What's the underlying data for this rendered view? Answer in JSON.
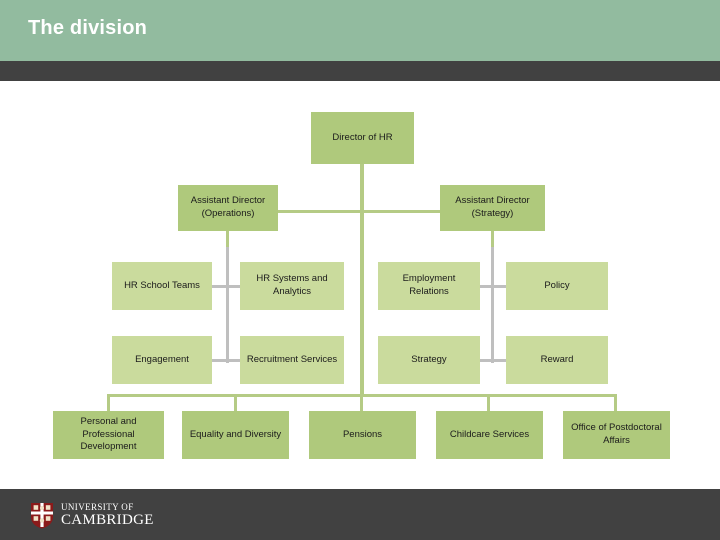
{
  "header": {
    "title": "The division",
    "band_color": "#92bb9f",
    "rule_color": "#414141",
    "title_color": "#ffffff"
  },
  "palette": {
    "node_dark": "#afc97c",
    "node_light": "#cadb9d",
    "connector_green": "#b5cb85",
    "connector_grey": "#bfbfbf",
    "text": "#1b1b1b",
    "page_background": "#ffffff"
  },
  "chart_data": {
    "type": "org-chart",
    "title": "The division",
    "orientation": "top-down",
    "nodes": [
      {
        "id": "director",
        "label": "Director of HR",
        "level": 0,
        "style": "dark"
      },
      {
        "id": "ad-operations",
        "label": "Assistant Director (Operations)",
        "level": 1,
        "style": "dark"
      },
      {
        "id": "ad-strategy",
        "label": "Assistant Director (Strategy)",
        "level": 1,
        "style": "dark"
      },
      {
        "id": "hr-school-teams",
        "label": "HR School Teams",
        "level": 2,
        "style": "light"
      },
      {
        "id": "hr-systems",
        "label": "HR Systems and Analytics",
        "level": 2,
        "style": "light"
      },
      {
        "id": "employment-relations",
        "label": "Employment Relations",
        "level": 2,
        "style": "light"
      },
      {
        "id": "policy",
        "label": "Policy",
        "level": 2,
        "style": "light"
      },
      {
        "id": "engagement",
        "label": "Engagement",
        "level": 3,
        "style": "light"
      },
      {
        "id": "recruitment",
        "label": "Recruitment Services",
        "level": 3,
        "style": "light"
      },
      {
        "id": "strategy",
        "label": "Strategy",
        "level": 3,
        "style": "light"
      },
      {
        "id": "reward",
        "label": "Reward",
        "level": 3,
        "style": "light"
      },
      {
        "id": "ppd",
        "label": "Personal and Professional Development",
        "level": 4,
        "style": "dark"
      },
      {
        "id": "equality",
        "label": "Equality and Diversity",
        "level": 4,
        "style": "dark"
      },
      {
        "id": "pensions",
        "label": "Pensions",
        "level": 4,
        "style": "dark"
      },
      {
        "id": "childcare",
        "label": "Childcare Services",
        "level": 4,
        "style": "dark"
      },
      {
        "id": "postdoctoral",
        "label": "Office of Postdoctoral Affairs",
        "level": 4,
        "style": "dark"
      }
    ],
    "edges": [
      {
        "from": "director",
        "to": "ad-operations"
      },
      {
        "from": "director",
        "to": "ad-strategy"
      },
      {
        "from": "ad-operations",
        "to": "hr-school-teams"
      },
      {
        "from": "ad-operations",
        "to": "hr-systems"
      },
      {
        "from": "ad-operations",
        "to": "engagement"
      },
      {
        "from": "ad-operations",
        "to": "recruitment"
      },
      {
        "from": "ad-strategy",
        "to": "employment-relations"
      },
      {
        "from": "ad-strategy",
        "to": "policy"
      },
      {
        "from": "ad-strategy",
        "to": "strategy"
      },
      {
        "from": "ad-strategy",
        "to": "reward"
      },
      {
        "from": "director",
        "to": "ppd"
      },
      {
        "from": "director",
        "to": "equality"
      },
      {
        "from": "director",
        "to": "pensions"
      },
      {
        "from": "director",
        "to": "childcare"
      },
      {
        "from": "director",
        "to": "postdoctoral"
      }
    ]
  },
  "footer": {
    "band_color": "#414141",
    "logo": {
      "line_1": "UNIVERSITY OF",
      "line_2": "CAMBRIDGE",
      "crest_color": "#8b1a1a"
    }
  }
}
